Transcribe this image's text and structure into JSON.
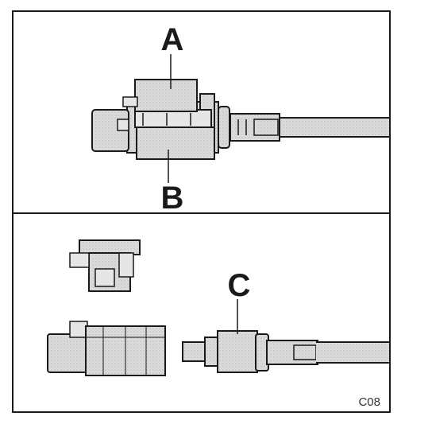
{
  "labels": {
    "a": "A",
    "b": "B",
    "c": "C"
  },
  "figure_code": "C08",
  "colors": {
    "ink": "#1a1a1a",
    "paper": "#ffffff",
    "shade": "#d9d9d9",
    "shade_dark": "#b8b8b8"
  }
}
